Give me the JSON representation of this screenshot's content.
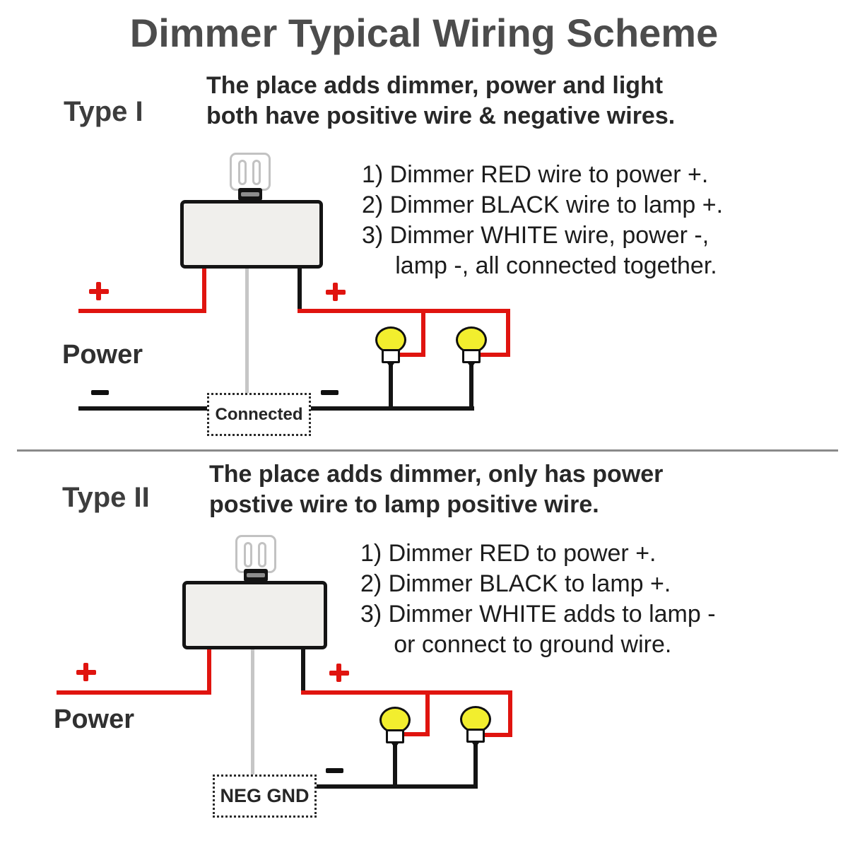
{
  "title": "Dimmer Typical Wiring Scheme",
  "colors": {
    "red": "#e0140f",
    "yellow": "#f2ee2e",
    "gray": "#c6c6c6",
    "black": "#141414",
    "boxfill": "#f0efec",
    "heading": "#4c4c4c",
    "body": "#1c1c1c"
  },
  "symbols": {
    "positive": "+",
    "negative": "-"
  },
  "sections": [
    {
      "label": "Type I",
      "description": "The place adds dimmer, power and light\nboth have positive wire & negative wires.",
      "instructions": "1) Dimmer RED wire to power +.\n2) Dimmer BLACK wire to lamp +.\n3) Dimmer WHITE wire, power -,\n     lamp -, all connected together.",
      "power_label": "Power",
      "junction_label": "Connected"
    },
    {
      "label": "Type II",
      "description": "The place adds dimmer, only has power\npostive wire to lamp positive wire.",
      "instructions": "1) Dimmer RED to power +.\n2) Dimmer BLACK to lamp +.\n3) Dimmer WHITE adds to lamp -\n     or connect to ground wire.",
      "power_label": "Power",
      "junction_label": "NEG GND"
    }
  ]
}
